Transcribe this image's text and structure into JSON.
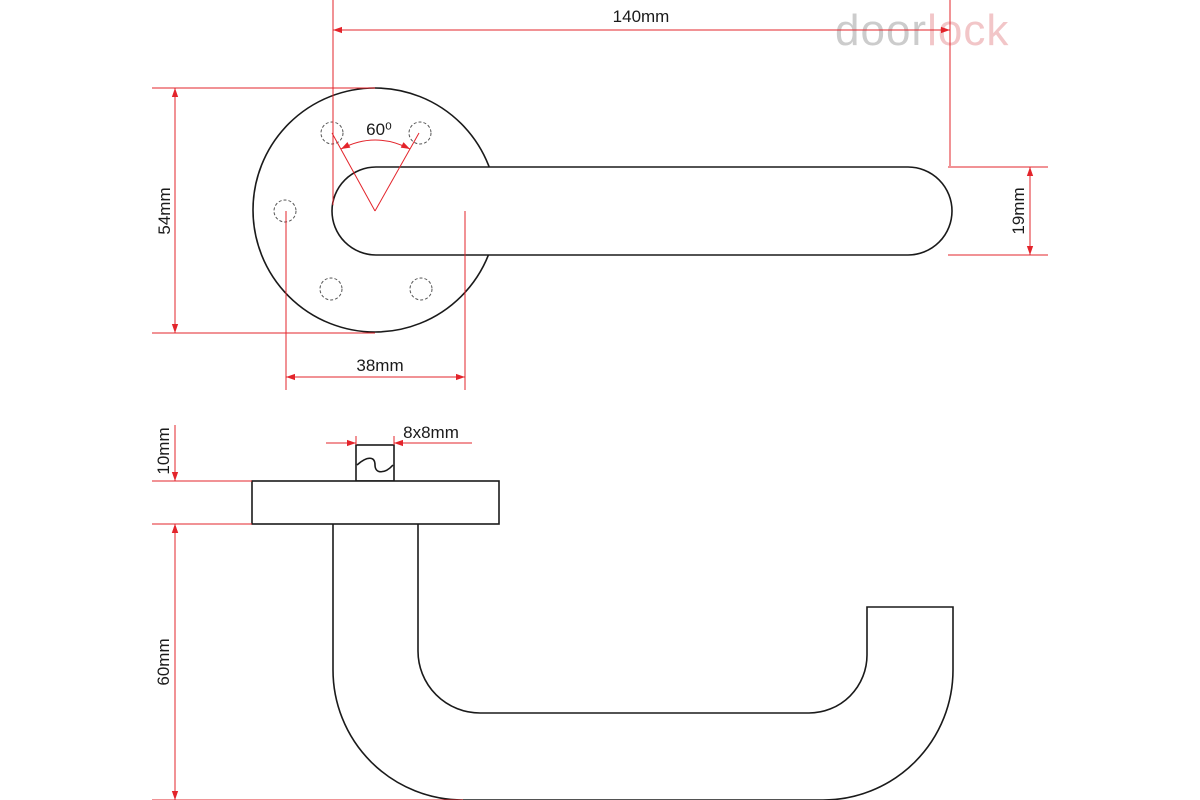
{
  "brand": {
    "logo_part1": "door",
    "logo_part2": "lock",
    "color_part1": "#cccccc",
    "color_part2": "#f2c6c8"
  },
  "colors": {
    "dimension": "#e3242b",
    "outline": "#1a1a1a",
    "hidden_line": "#555555"
  },
  "dimensions": {
    "lever_length": "140mm",
    "rose_diameter": "54mm",
    "lever_thickness": "19mm",
    "fixing_spacing": "38mm",
    "fixing_angle": "60⁰",
    "spindle_size": "8x8mm",
    "rose_thickness": "10mm",
    "projection": "60mm"
  }
}
